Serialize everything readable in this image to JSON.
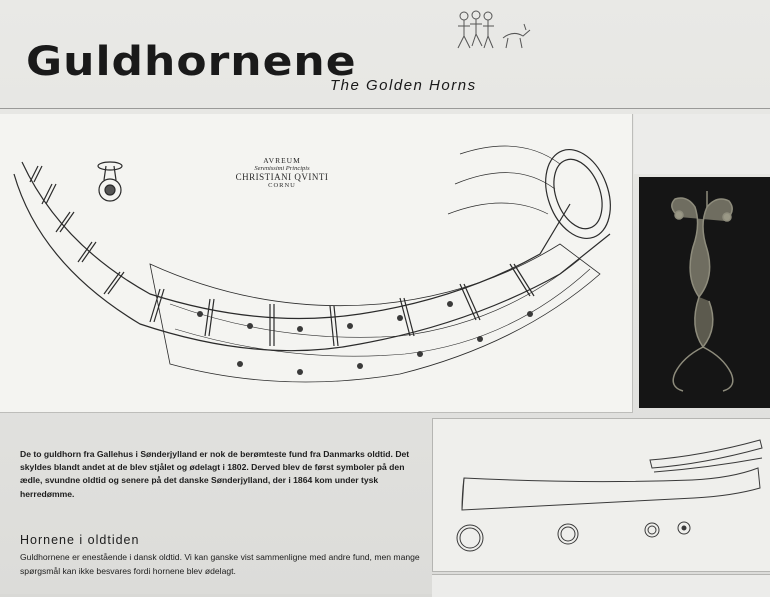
{
  "sign": {
    "title": "Guldhornene",
    "subtitle": "The Golden Horns"
  },
  "horn_inscription": {
    "line1": "AVREUM",
    "line2": "Serenissimi Principis",
    "line3": "CHRISTIANI QVINTI",
    "line4": "CORNU"
  },
  "intro_text": "De to guldhorn fra Gallehus i Sønderjylland er nok de berømteste fund fra Danmarks oldtid. Det skyldes blandt andet at de blev stjålet og ødelagt i 1802. Derved blev de først symboler på den ædle, svundne oldtid og senere på det danske Sønderjylland, der i 1864 kom under tysk herredømme.",
  "section": {
    "heading": "Hornene i oldtiden",
    "text": "Guldhornene er enestående i dansk oldtid. Vi kan ganske vist sammenligne med andre fund, men mange spørgsmål kan ikke besvares fordi hornene blev ødelagt."
  },
  "colors": {
    "board": "#e6e6e3",
    "text": "#1a1a1a",
    "dark_panel": "#151515"
  }
}
